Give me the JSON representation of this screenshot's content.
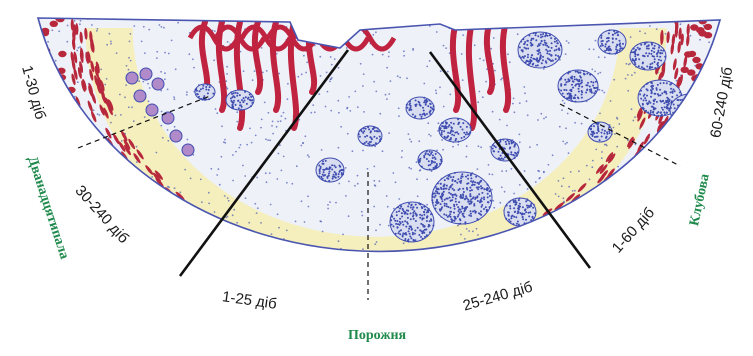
{
  "labels": {
    "duodenum_upper": "1-30 діб",
    "duodenum_lower": "30-240 діб",
    "jejunum_left": "1-25 діб",
    "jejunum_right": "25-240 діб",
    "ileum_lower": "1-60 діб",
    "ileum_upper": "60-240 діб"
  },
  "regions": {
    "duodenum": "Дванадцятипала",
    "jejunum": "Порожня",
    "ileum": "Клубова"
  },
  "colors": {
    "outline": "#4a55b0",
    "villi_red": "#c0233f",
    "cell_red": "#b8283c",
    "lymph_blue": "#3f4db0",
    "stroma_yellow": "#f6efae",
    "tissue_bg": "#eef1f8",
    "region_green": "#1f8a4c",
    "divider": "#111111"
  }
}
